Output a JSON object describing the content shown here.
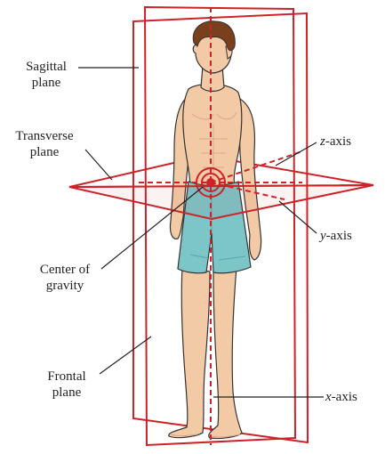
{
  "colors": {
    "plane": "#cc2229",
    "skin": "#f2cba6",
    "skin_shade": "#d9a886",
    "hair": "#7a3f1c",
    "shorts": "#7cc6c8",
    "shorts_shade": "#5aa6aa",
    "outline": "#333333"
  },
  "labels": {
    "sagittal": {
      "line1": "Sagittal",
      "line2": "plane"
    },
    "transverse": {
      "line1": "Transverse",
      "line2": "plane"
    },
    "center": {
      "line1": "Center of",
      "line2": "gravity"
    },
    "frontal": {
      "line1": "Frontal",
      "line2": "plane"
    },
    "z_axis": {
      "var": "z",
      "suffix": "-axis"
    },
    "y_axis": {
      "var": "y",
      "suffix": "-axis"
    },
    "x_axis": {
      "var": "x",
      "suffix": "-axis"
    }
  }
}
